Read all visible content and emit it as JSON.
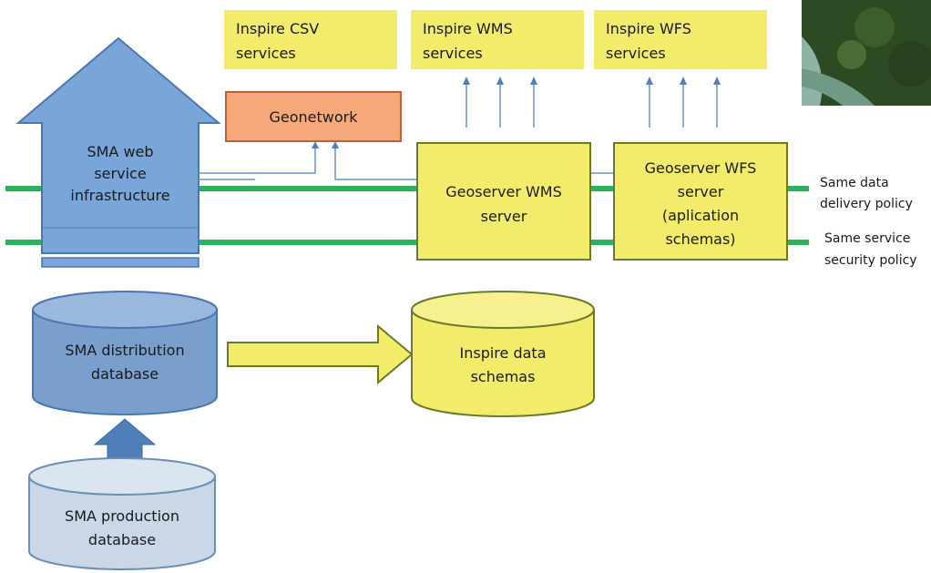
{
  "services": {
    "csv": [
      "Inspire CSV",
      "services"
    ],
    "wms": [
      "Inspire WMS",
      "services"
    ],
    "wfs": [
      "Inspire WFS",
      "services"
    ]
  },
  "geonetwork": "Geonetwork",
  "sma_web": [
    "SMA web",
    "service",
    "infrastructure"
  ],
  "geoserver_wms": [
    "Geoserver WMS",
    "server"
  ],
  "geoserver_wfs": [
    "Geoserver WFS",
    "server",
    "(aplication",
    "schemas)"
  ],
  "policies": {
    "delivery": [
      "Same data",
      "delivery policy"
    ],
    "security": [
      "Same service",
      "security policy"
    ]
  },
  "sma_distribution": [
    "SMA distribution",
    "database"
  ],
  "inspire_data": [
    "Inspire data",
    "schemas"
  ],
  "sma_production": [
    "SMA production",
    "database"
  ],
  "colors": {
    "yellow": "#f2ec6a",
    "orange": "#f5a97a",
    "blue_house": "#7aa5d8",
    "blue_db": "#7b9fcc",
    "light_blue_db": "#c9d7e6",
    "green_bus": "#2bb35a"
  }
}
